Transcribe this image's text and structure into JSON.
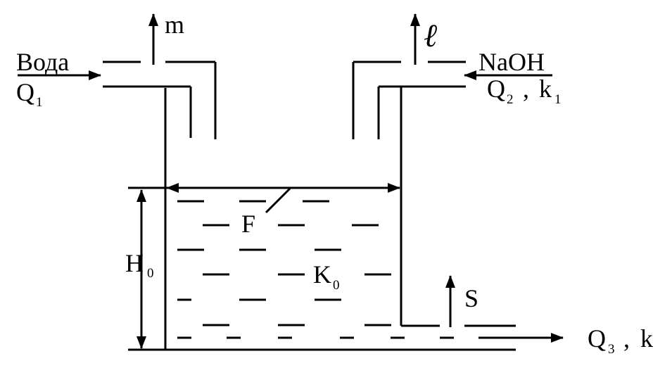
{
  "labels": {
    "water": "Вода",
    "q1": "Q",
    "q1_sub": "1",
    "m": "m",
    "l": "ℓ",
    "naoh": "NaOH",
    "q2": "Q",
    "q2_sub": "2",
    "k1_sep": ",",
    "k1": "k",
    "k1_sub": "1",
    "f": "F",
    "h0": "H",
    "h0_sub": "0",
    "k0": "K",
    "k0_sub": "0",
    "s": "S",
    "q3": "Q",
    "q3_sub": "3",
    "k_sep": ",",
    "k": "k"
  }
}
